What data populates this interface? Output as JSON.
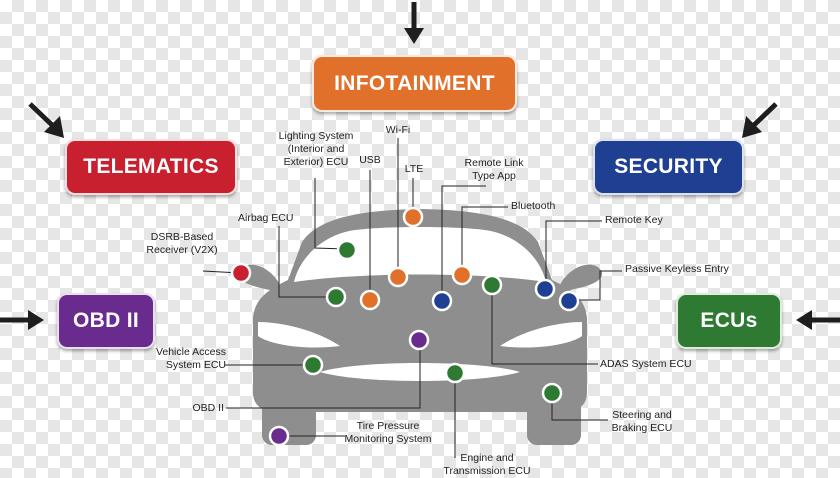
{
  "categories": {
    "infotainment": {
      "label": "INFOTAINMENT",
      "color": "#e0702a"
    },
    "telematics": {
      "label": "TELEMATICS",
      "color": "#c8202f"
    },
    "security": {
      "label": "SECURITY",
      "color": "#1f3f93"
    },
    "obd": {
      "label": "OBD II",
      "color": "#6a2b8e"
    },
    "ecus": {
      "label": "ECUs",
      "color": "#2e7a33"
    }
  },
  "components": {
    "lighting": "Lighting System\n(Interior and\nExterior) ECU",
    "wifi": "Wi-Fi",
    "usb": "USB",
    "lte": "LTE",
    "remote_link": "Remote Link\nType App",
    "bluetooth": "Bluetooth",
    "remote_key": "Remote Key",
    "passive_keyless": "Passive Keyless Entry",
    "dsrb": "DSRB-Based\nReceiver (V2X)",
    "airbag": "Airbag ECU",
    "vehicle_access": "Vehicle Access\nSystem ECU",
    "adas": "ADAS System ECU",
    "obd_port": "OBD II",
    "tire_pressure": "Tire Pressure\nMonitoring System",
    "steering": "Steering and\nBraking ECU",
    "engine": "Engine and\nTransmission ECU"
  },
  "colors": {
    "car_body": "#8e8e8e",
    "arrow": "#1e1e1e",
    "leader_line": "#222222"
  }
}
